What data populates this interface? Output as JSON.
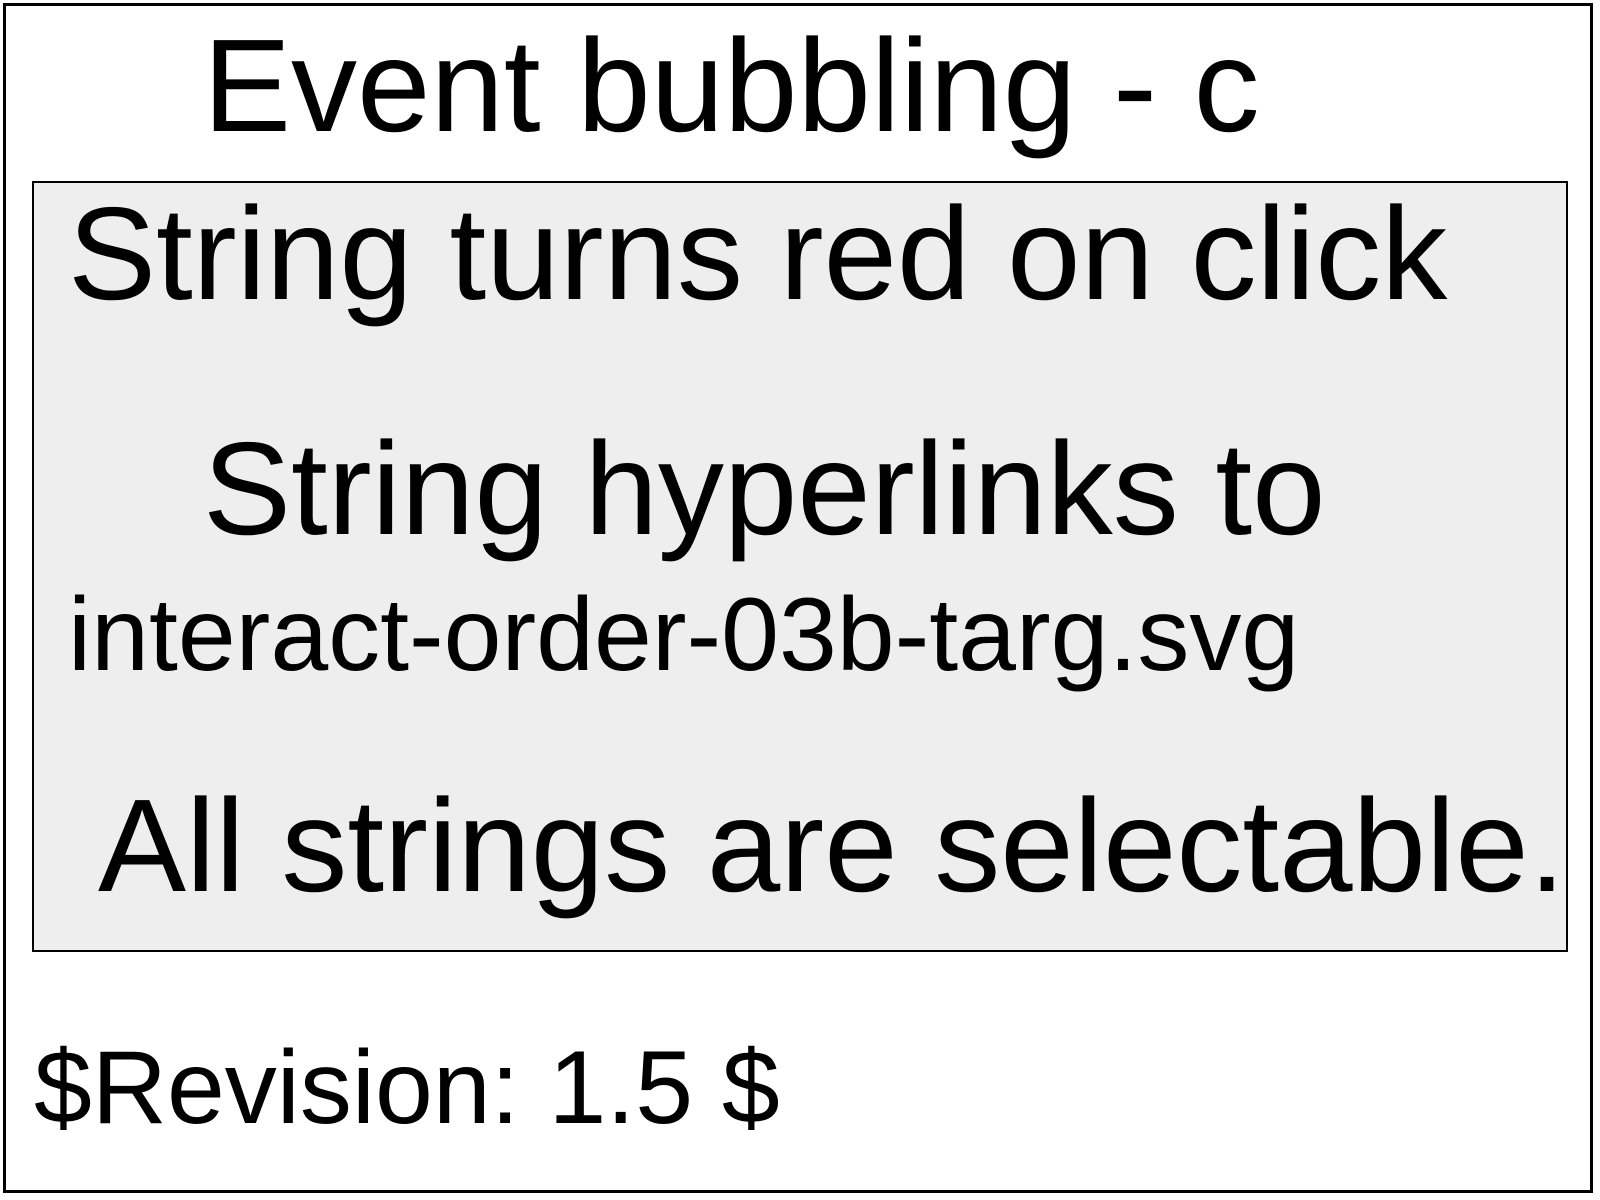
{
  "title": "Event bubbling - c",
  "panel": {
    "red_on_click": "String turns red on click",
    "hyperlink_line_1": "String hyperlinks to",
    "hyperlink_line_2": "interact-order-03b-targ.svg",
    "selectable_note": "All strings are selectable."
  },
  "footer": {
    "revision": "$Revision: 1.5 $"
  },
  "colors": {
    "panel_background": "#eeeeee",
    "border": "#000000",
    "text": "#000000",
    "clicked_text": "#ff0000"
  }
}
